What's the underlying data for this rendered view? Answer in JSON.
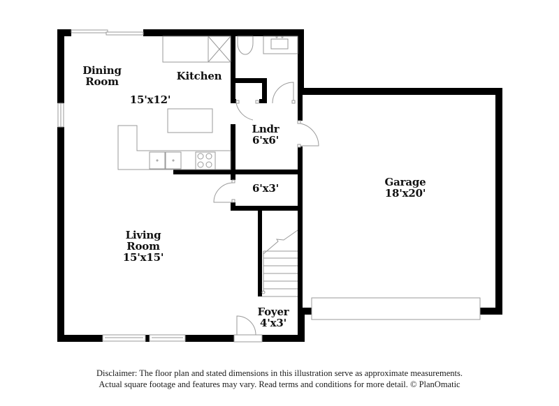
{
  "floor_plan": {
    "rooms": [
      {
        "id": "dining",
        "name": "Dining Room",
        "name_lines": [
          "Dining",
          "Room"
        ]
      },
      {
        "id": "kitchen",
        "name": "Kitchen",
        "dimensions": "15'x12'"
      },
      {
        "id": "laundry",
        "name": "Lndr",
        "dimensions": "6'x6'"
      },
      {
        "id": "closet",
        "name": "",
        "dimensions": "6'x3'"
      },
      {
        "id": "garage",
        "name": "Garage",
        "dimensions": "18'x20'"
      },
      {
        "id": "living",
        "name": "Living Room",
        "name_lines": [
          "Living",
          "Room"
        ],
        "dimensions": "15'x15'"
      },
      {
        "id": "foyer",
        "name": "Foyer",
        "dimensions": "4'x3'"
      }
    ],
    "colors": {
      "wall": "#000000",
      "fixture_line": "#9a9a9a",
      "background": "#ffffff"
    }
  },
  "disclaimer": {
    "line1": "Disclaimer: The floor plan and stated dimensions in this illustration serve as approximate measurements.",
    "line2": "Actual square footage and features may vary. Read terms and conditions for more detail. © PlanOmatic"
  }
}
